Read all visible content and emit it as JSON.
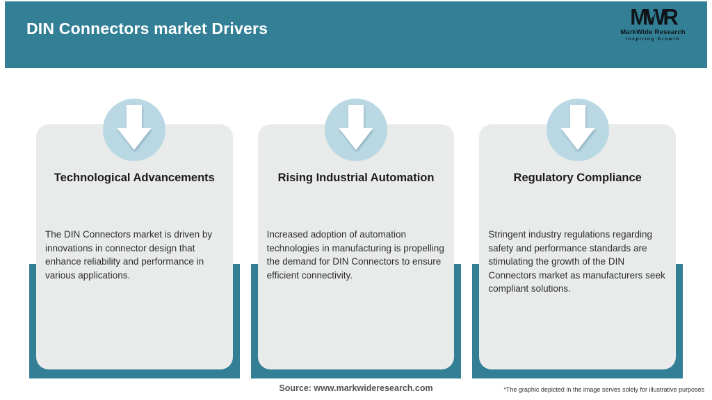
{
  "header": {
    "title": "DIN Connectors market Drivers"
  },
  "logo": {
    "acronym": "MWR",
    "name": "MarkWide Research",
    "tagline": "Inspiring Growth"
  },
  "cards": [
    {
      "icon": "arrow-down-icon",
      "title": "Technological Advancements",
      "description": "The DIN Connectors market is driven by innovations in connector design that enhance reliability and performance in various applications."
    },
    {
      "icon": "arrow-down-icon",
      "title": "Rising Industrial Automation",
      "description": "Increased adoption of automation technologies in manufacturing is propelling the demand for DIN Connectors to ensure efficient connectivity."
    },
    {
      "icon": "arrow-down-icon",
      "title": "Regulatory Compliance",
      "description": "Stringent industry regulations regarding safety and performance standards are stimulating the growth of the DIN Connectors market as manufacturers seek compliant solutions."
    }
  ],
  "footer": {
    "source": "Source: www.markwideresearch.com",
    "disclaimer": "*The graphic depicted in the image serves solely for illustrative purposes"
  },
  "colors": {
    "teal": "#338096",
    "circle_blue": "#b9d8e3",
    "card_gray": "#e9ebeb",
    "logo_black": "#101418",
    "white": "#ffffff"
  }
}
